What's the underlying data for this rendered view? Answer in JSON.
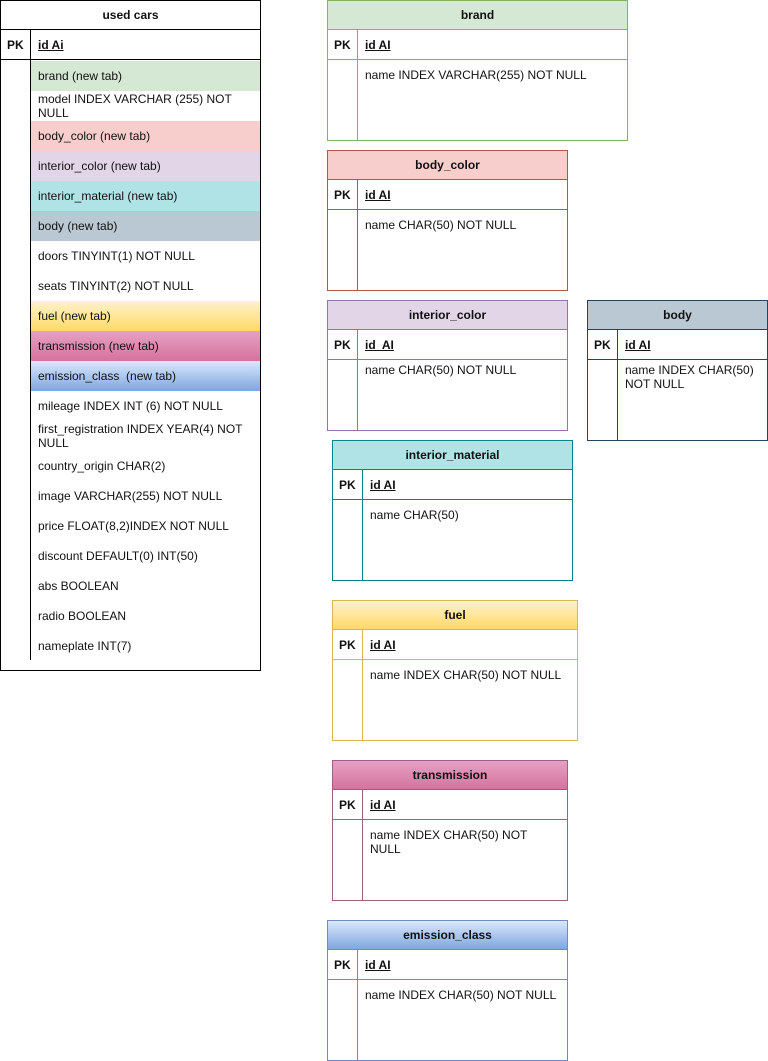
{
  "used_cars": {
    "title": "used cars",
    "pk": "PK",
    "id": "id Ai",
    "rows": [
      "brand (new tab)",
      "model INDEX VARCHAR (255) NOT NULL",
      "body_color (new tab)",
      "interior_color (new tab)",
      "interior_material (new tab)",
      "body (new tab)",
      "doors TINYINT(1) NOT NULL",
      "seats TINYINT(2) NOT NULL",
      "fuel (new tab)",
      "transmission (new tab)",
      "emission_class  (new tab)",
      "mileage INDEX INT (6) NOT NULL",
      "first_registration INDEX YEAR(4) NOT NULL",
      "country_origin CHAR(2)",
      "image VARCHAR(255) NOT NULL",
      "price FLOAT(8,2)INDEX NOT NULL",
      "discount DEFAULT(0) INT(50)",
      "abs BOOLEAN",
      "radio BOOLEAN",
      "nameplate INT(7)"
    ]
  },
  "tables": {
    "brand": {
      "title": "brand",
      "pk": "PK",
      "id": "id AI",
      "field": "name INDEX VARCHAR(255) NOT NULL"
    },
    "body_color": {
      "title": "body_color",
      "pk": "PK",
      "id": "id AI",
      "field": "name CHAR(50) NOT NULL"
    },
    "interior_color": {
      "title": "interior_color",
      "pk": "PK",
      "id": "id  AI",
      "field": "name CHAR(50) NOT NULL"
    },
    "body": {
      "title": "body",
      "pk": "PK",
      "id": "id AI",
      "field": "name INDEX CHAR(50) NOT NULL"
    },
    "interior_material": {
      "title": "interior_material",
      "pk": "PK",
      "id": "id AI",
      "field": "name CHAR(50)"
    },
    "fuel": {
      "title": "fuel",
      "pk": "PK",
      "id": "id AI",
      "field": "name INDEX CHAR(50) NOT NULL"
    },
    "transmission": {
      "title": "transmission",
      "pk": "PK",
      "id": "id AI",
      "field": "name INDEX CHAR(50) NOT NULL"
    },
    "emission_class": {
      "title": "emission_class",
      "pk": "PK",
      "id": "id AI",
      "field": "name INDEX CHAR(50) NOT NULL"
    }
  },
  "colors": {
    "brand_fill": "#d5e8d4",
    "brand_stroke": "#82b366",
    "body_color_fill": "#f8cecc",
    "body_color_stroke": "#b85450",
    "interior_color_fill": "#e1d5e7",
    "interior_color_stroke": "#9673a6",
    "body_fill": "#bac8d3",
    "body_stroke": "#23445d",
    "interior_material_fill": "#b0e3e6",
    "interior_material_stroke": "#0e8088",
    "fuel_fill": "#ffe599",
    "fuel_stroke": "#d6b656",
    "transmission_fill": "#e6a0c4",
    "transmission_stroke": "#996185",
    "emission_class_fill": "#a9c4eb",
    "emission_class_stroke": "#6c8ebf"
  }
}
